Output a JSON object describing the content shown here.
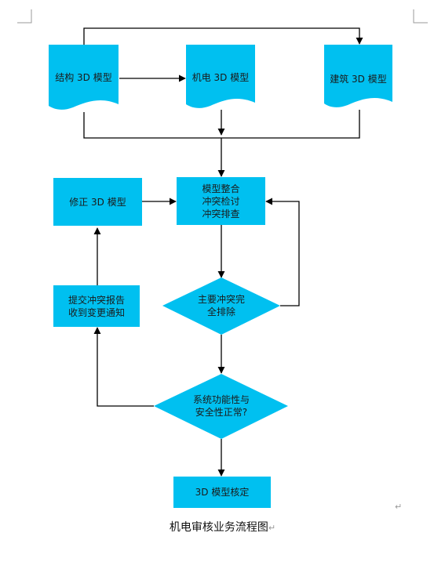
{
  "colors": {
    "node_fill": "#00c0f0",
    "line": "#000000",
    "corner_marks": "#9a9a9a"
  },
  "nodes": {
    "structural_model": "结构 3D 模型",
    "mep_model": "机电 3D 模型",
    "architectural_model": "建筑 3D 模型",
    "model_integration": "模型整合\n冲突检讨\n冲突排查",
    "revise_model": "修正 3D 模型",
    "submit_report": "提交冲突报告\n收到变更通知",
    "main_conflicts_cleared": "主要冲突完\n全排除",
    "system_function_safety": "系统功能性与\n安全性正常?",
    "model_finalized": "3D 模型核定"
  },
  "caption": "机电审核业务流程图",
  "marks": {
    "paragraph": "↵"
  }
}
